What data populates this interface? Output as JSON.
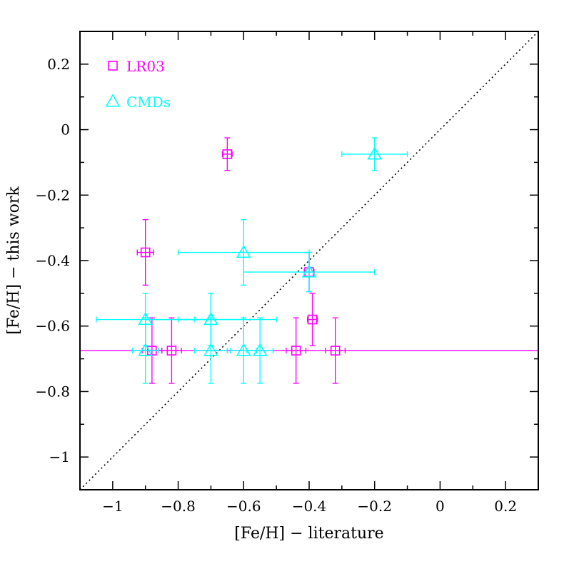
{
  "chart_data": {
    "type": "scatter",
    "title": "",
    "xlabel": "[Fe/H] − literature",
    "ylabel": "[Fe/H] − this work",
    "xlim": [
      -1.1,
      0.3
    ],
    "ylim": [
      -1.1,
      0.3
    ],
    "x_ticks": [
      -1,
      -0.8,
      -0.6,
      -0.4,
      -0.2,
      0,
      0.2
    ],
    "y_ticks": [
      0.2,
      0,
      -0.2,
      -0.4,
      -0.6,
      -0.8,
      -1
    ],
    "x_tick_labels": [
      "−1",
      "−0.8",
      "−0.6",
      "−0.4",
      "−0.2",
      "0",
      "0.2"
    ],
    "y_tick_labels": [
      "0.2",
      "0",
      "−0.2",
      "−0.4",
      "−0.6",
      "−0.8",
      "−1"
    ],
    "grid": false,
    "legend_position": "top-left",
    "reference_lines": [
      {
        "kind": "identity",
        "style": "dotted",
        "color": "#000000"
      },
      {
        "kind": "horizontal",
        "y": -0.675,
        "color": "#ff00ff"
      }
    ],
    "series": [
      {
        "name": "LR03",
        "marker": "square",
        "color": "#ff00ff",
        "points": [
          {
            "x": -0.65,
            "y": -0.075,
            "xerr": 0.015,
            "yerr": 0.05
          },
          {
            "x": -0.9,
            "y": -0.375,
            "xerr": 0.025,
            "yerr": 0.1
          },
          {
            "x": -0.4,
            "y": -0.435,
            "xerr": 0.015,
            "yerr": 0.06
          },
          {
            "x": -0.39,
            "y": -0.58,
            "xerr": 0.015,
            "yerr": 0.08
          },
          {
            "x": -0.88,
            "y": -0.675,
            "xerr": 0.03,
            "yerr": 0.1
          },
          {
            "x": -0.82,
            "y": -0.675,
            "xerr": 0.03,
            "yerr": 0.1
          },
          {
            "x": -0.44,
            "y": -0.675,
            "xerr": 0.03,
            "yerr": 0.1
          },
          {
            "x": -0.32,
            "y": -0.675,
            "xerr": 0.03,
            "yerr": 0.1
          }
        ]
      },
      {
        "name": "CMDs",
        "marker": "triangle",
        "color": "#00ffff",
        "points": [
          {
            "x": -0.2,
            "y": -0.075,
            "xerr": 0.1,
            "yerr": 0.05
          },
          {
            "x": -0.6,
            "y": -0.375,
            "xerr": 0.2,
            "yerr": 0.1
          },
          {
            "x": -0.4,
            "y": -0.435,
            "xerr": 0.2,
            "yerr": 0.06
          },
          {
            "x": -0.9,
            "y": -0.58,
            "xerr": 0.15,
            "yerr": 0.08
          },
          {
            "x": -0.7,
            "y": -0.58,
            "xerr": 0.1,
            "yerr": 0.08
          },
          {
            "x": -0.7,
            "y": -0.58,
            "xerr": 0.2,
            "yerr": 0.08
          },
          {
            "x": -0.9,
            "y": -0.675,
            "xerr": 0.04,
            "yerr": 0.1
          },
          {
            "x": -0.7,
            "y": -0.675,
            "xerr": 0.05,
            "yerr": 0.1
          },
          {
            "x": -0.6,
            "y": -0.675,
            "xerr": 0.04,
            "yerr": 0.1
          },
          {
            "x": -0.55,
            "y": -0.675,
            "xerr": 0.04,
            "yerr": 0.1
          }
        ]
      }
    ]
  }
}
